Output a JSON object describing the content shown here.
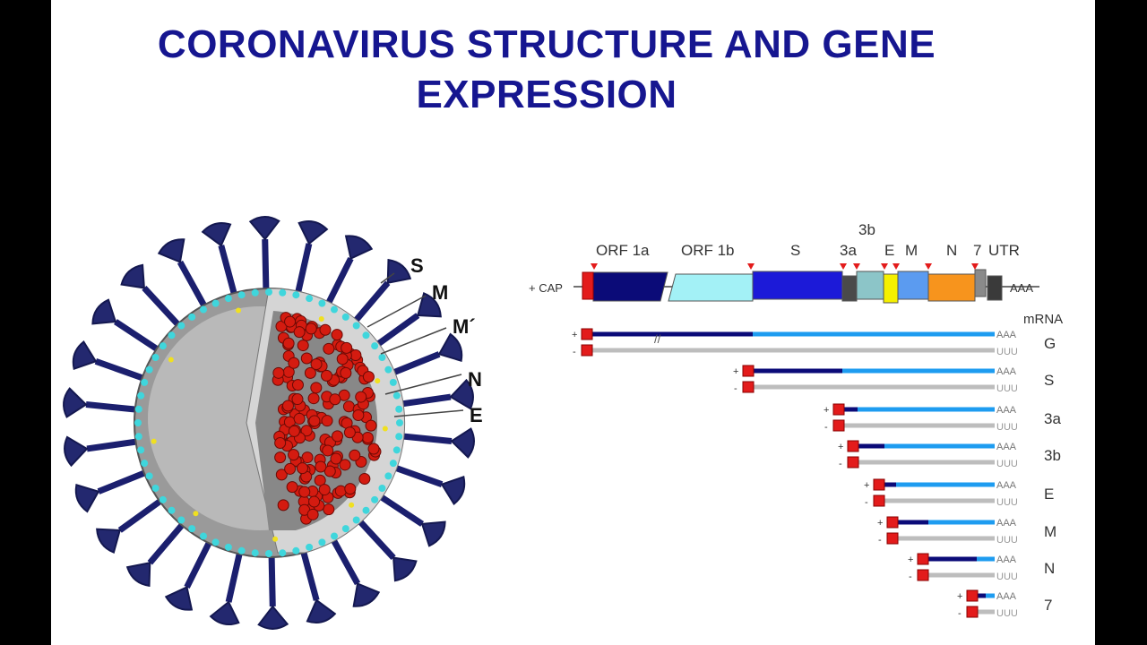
{
  "title_line1": "CORONAVIRUS STRUCTURE AND GENE",
  "title_line2": "EXPRESSION",
  "virion_labels": [
    "S",
    "M",
    "M´",
    "N",
    "E"
  ],
  "genome": {
    "cap_label": "+ CAP",
    "tail_label": "AAA",
    "gene_labels": {
      "orf1a": "ORF 1a",
      "orf1b": "ORF 1b",
      "s": "S",
      "3a": "3a",
      "3b": "3b",
      "e": "E",
      "m": "M",
      "n": "N",
      "7": "7",
      "utr": "UTR"
    },
    "colors": {
      "orf1a": "#0b0b78",
      "orf1b": "#a3f1f6",
      "s": "#1c1ad8",
      "3a": "#4a4a4a",
      "3b": "#8cc5c8",
      "e": "#f5f000",
      "m": "#5b9bf0",
      "n": "#f7941d",
      "7": "#8a8a8a",
      "utr": "#3a3a3a",
      "cap": "#e31b1b"
    }
  },
  "mrna": {
    "header": "mRNA",
    "plus": "+",
    "minus": "-",
    "poly_a": "AAA",
    "poly_u": "UUU",
    "rows": [
      "G",
      "S",
      "3a",
      "3b",
      "E",
      "M",
      "N",
      "7"
    ]
  }
}
